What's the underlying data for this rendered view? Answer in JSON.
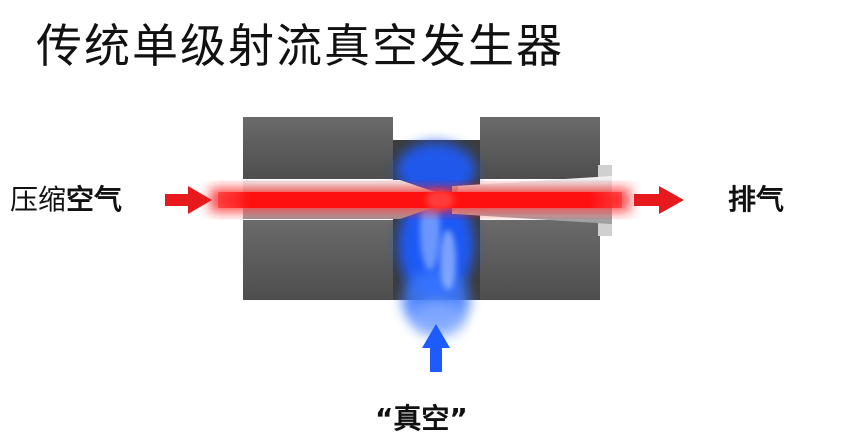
{
  "title": "传统单级射流真空发生器",
  "labels": {
    "inlet_part1": "压缩",
    "inlet_part2": "空气",
    "outlet": "排气",
    "vacuum": "“真空”"
  },
  "colors": {
    "body": "#5b5b5b",
    "airflow": "#ff1a1a",
    "arrow_red": "#e8191c",
    "vacuum_blue": "#1e5bff"
  }
}
